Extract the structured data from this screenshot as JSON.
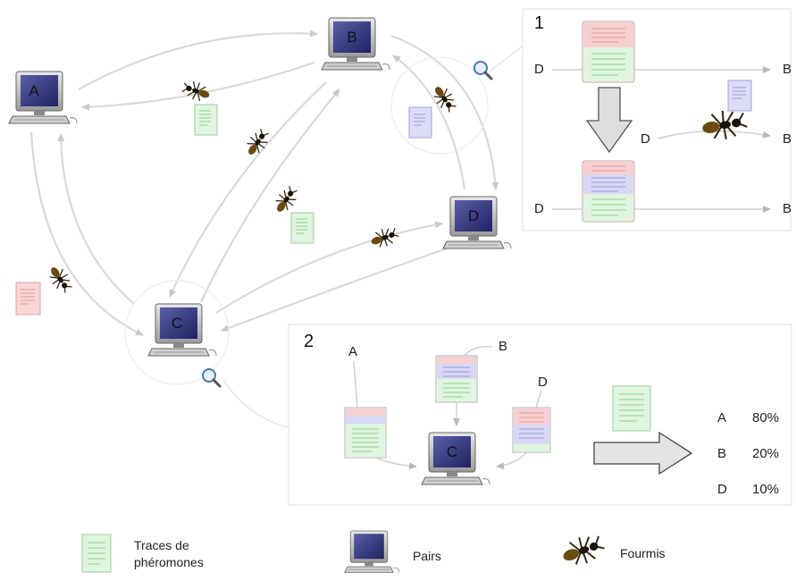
{
  "nodes": {
    "A": "A",
    "B": "B",
    "C": "C",
    "D": "D"
  },
  "panel1": {
    "number": "1",
    "row1_left": "D",
    "row1_right": "B",
    "row2_left": "D",
    "row2_right": "B",
    "row3_left": "D",
    "row3_right": "B"
  },
  "panel2": {
    "number": "2",
    "doc_a_label": "A",
    "doc_b_label": "B",
    "doc_d_label": "D",
    "center_node": "C",
    "results": [
      {
        "peer": "A",
        "percent": "80%"
      },
      {
        "peer": "B",
        "percent": "20%"
      },
      {
        "peer": "D",
        "percent": "10%"
      }
    ]
  },
  "legend": {
    "traces_line1": "Traces de",
    "traces_line2": "phéromones",
    "pairs": "Pairs",
    "fourmis": "Fourmis"
  },
  "colors": {
    "green_doc": "#dff5df",
    "red_doc": "#f6d3d3",
    "blue_doc": "#d8d8f4",
    "screen": "#2f3478",
    "arrow_gray": "#cccccc"
  }
}
